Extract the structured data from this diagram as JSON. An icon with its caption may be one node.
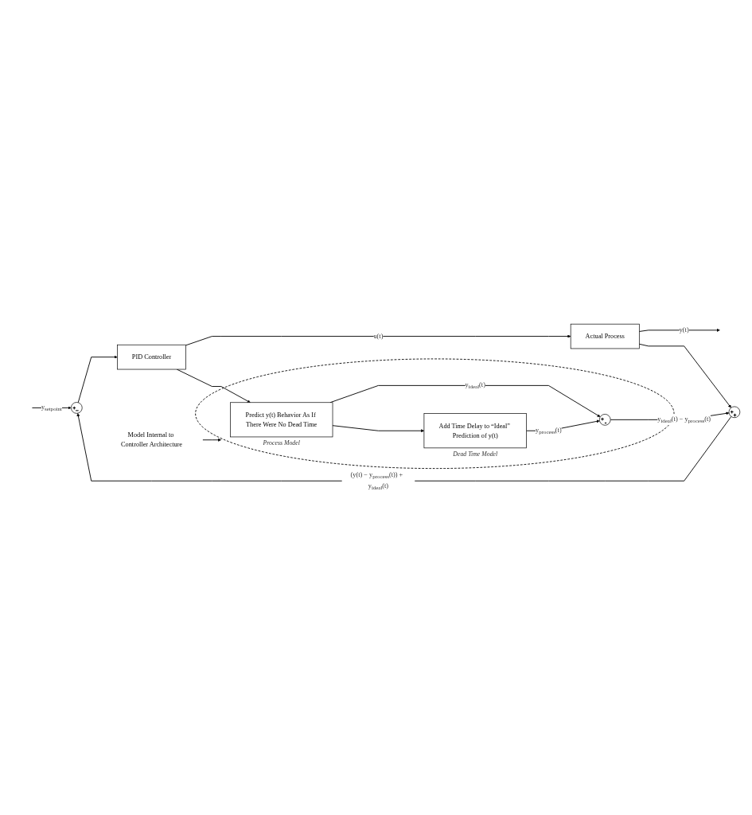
{
  "diagram": {
    "nodes": [
      {
        "text": [
          "+",
          "−"
        ]
      },
      {
        "text": [
          "PID Controller"
        ]
      },
      {
        "text": [
          "Actual Process"
        ]
      },
      {
        "text": [],
        "shape": "ellipse"
      },
      {
        "text": [
          "Predict y(t) Behavior As If There Were No Dead Time"
        ],
        "in": 3,
        "beside": [
          "Process Model"
        ]
      },
      {
        "text": [
          "+",
          "-"
        ],
        "in": 3
      },
      {
        "text": [
          "Add Time Delay to “Ideal” Prediction of y(t)"
        ],
        "in": 3,
        "beside": [
          "Dead Time Model"
        ]
      },
      {
        "text": [
          "+",
          "+"
        ]
      },
      {
        "text": [
          "Model Internal to Controller Architecture"
        ]
      }
    ],
    "edges": [
      {
        "from": null,
        "to": 0,
        "arrow": "to",
        "label": "y$_{setpoint}$"
      },
      {
        "from": 0,
        "to": 1,
        "arrow": "to"
      },
      {
        "from": 1,
        "to": 2,
        "arrow": "to",
        "label": "u(t)"
      },
      {
        "from": 2,
        "to": null,
        "arrow": "to",
        "label": "y(t)"
      },
      {
        "from": 2,
        "to": 7,
        "arrow": "to"
      },
      {
        "from": 1,
        "to": 4,
        "arrow": "to"
      },
      {
        "from": 4,
        "to": 5,
        "arrow": "to",
        "label": "y$_{ideal}$(t)"
      },
      {
        "from": 4,
        "to": 6,
        "arrow": "to"
      },
      {
        "from": 6,
        "to": 5,
        "arrow": "to",
        "label": "y$_{process}$(t)"
      },
      {
        "from": 5,
        "to": 7,
        "arrow": "to",
        "label": "y$_{ideal}$(t) − y$_{process}$(t)"
      },
      {
        "from": 7,
        "to": 0,
        "arrow": "to",
        "label": "(y(t) − y$_{process}$(t)) +  y$_{ideal}$(t)"
      },
      {
        "from": 8,
        "to": 3,
        "arrow": "to"
      }
    ]
  }
}
